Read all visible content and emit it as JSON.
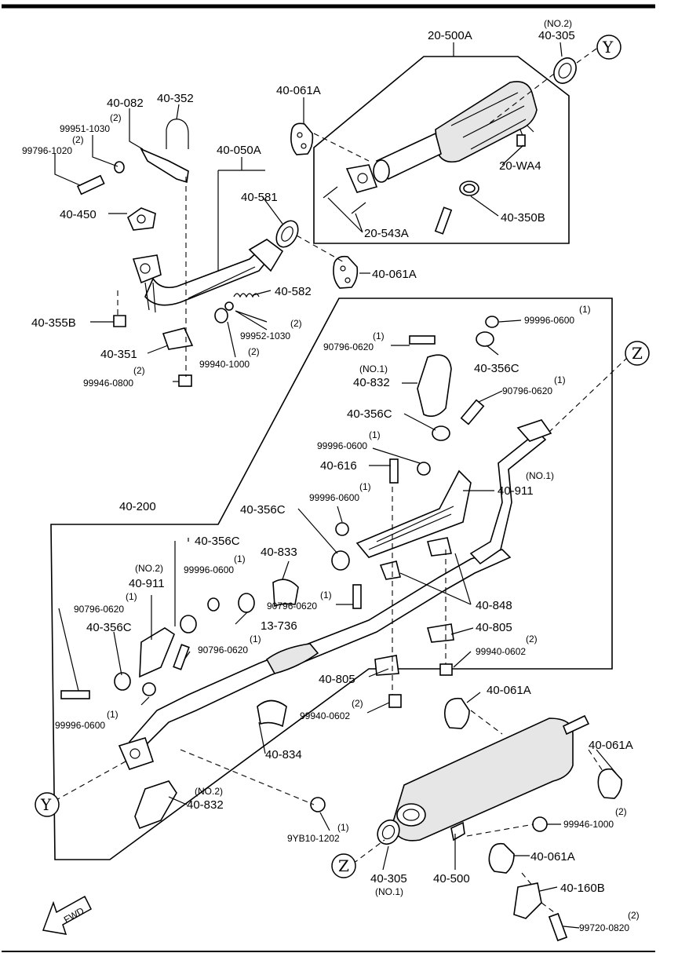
{
  "callouts": {
    "p20_500a": "20-500A",
    "p40_305_no2": "40-305",
    "no2_top": "(NO.2)",
    "p40_061a_1": "40-061A",
    "p40_082": "40-082",
    "p40_352": "40-352",
    "p99951_1030": "99951-1030",
    "q99951": "(2)",
    "p99796_1020": "99796-1020",
    "q99796": "(2)",
    "p40_050a": "40-050A",
    "p40_581": "40-581",
    "p20_wa4": "20-WA4",
    "p40_450": "40-450",
    "p40_350b": "40-350B",
    "p20_543a": "20-543A",
    "p40_061a_2": "40-061A",
    "p40_582": "40-582",
    "p40_355b": "40-355B",
    "p99952_1030": "99952-1030",
    "q99952": "(2)",
    "p40_351": "40-351",
    "p99940_1000": "99940-1000",
    "q99940_1000": "(2)",
    "p99946_0800": "99946-0800",
    "q99946_0800": "(2)",
    "p99996_0600_a": "99996-0600",
    "q99996_a": "(1)",
    "p90796_0620_a": "90796-0620",
    "q90796_a": "(1)",
    "p40_356c_a": "40-356C",
    "no1_832": "(NO.1)",
    "p40_832_no1": "40-832",
    "p90796_0620_b": "90796-0620",
    "q90796_b": "(1)",
    "p40_356c_b": "40-356C",
    "p99996_0600_b": "99996-0600",
    "q99996_b": "(1)",
    "p40_616": "40-616",
    "no1_911": "(NO.1)",
    "p40_911_no1": "40-911",
    "p99996_0600_c": "99996-0600",
    "q99996_c": "(1)",
    "p40_200": "40-200",
    "p40_356c_c": "40-356C",
    "p40_356c_d": "40-356C",
    "p99996_0600_d": "99996-0600",
    "q99996_d": "(1)",
    "p40_833": "40-833",
    "no2_911": "(NO.2)",
    "p40_911_no2": "40-911",
    "p90796_0620_c": "90796-0620",
    "q90796_c": "(1)",
    "p90796_0620_d": "90796-0620",
    "q90796_d": "(1)",
    "p13_736": "13-736",
    "p40_848": "40-848",
    "p40_356c_e": "40-356C",
    "p90796_0620_e": "90796-0620",
    "q90796_e": "(1)",
    "p40_805_a": "40-805",
    "p99940_0602_a": "99940-0602",
    "q99940_0602_a": "(2)",
    "p99996_0600_e": "99996-0600",
    "q99996_e": "(1)",
    "p40_805_b": "40-805",
    "p40_061a_3": "40-061A",
    "p99940_0602_b": "99940-0602",
    "q99940_0602_b": "(2)",
    "p40_834": "40-834",
    "p40_061a_4": "40-061A",
    "no2_832": "(NO.2)",
    "p40_832_no2": "40-832",
    "p99946_1000": "99946-1000",
    "q99946_1000": "(2)",
    "p9yb10_1202": "9YB10-1202",
    "q9yb10": "(1)",
    "p40_061a_5": "40-061A",
    "p40_305_no1": "40-305",
    "no1_305": "(NO.1)",
    "p40_500": "40-500",
    "p40_160b": "40-160B",
    "p99720_0820": "99720-0820",
    "q99720": "(2)"
  },
  "connectors": {
    "y_top": "Y",
    "z_right": "Z",
    "y_left": "Y",
    "z_bottom": "Z"
  },
  "fwd_arrow": "FWD"
}
